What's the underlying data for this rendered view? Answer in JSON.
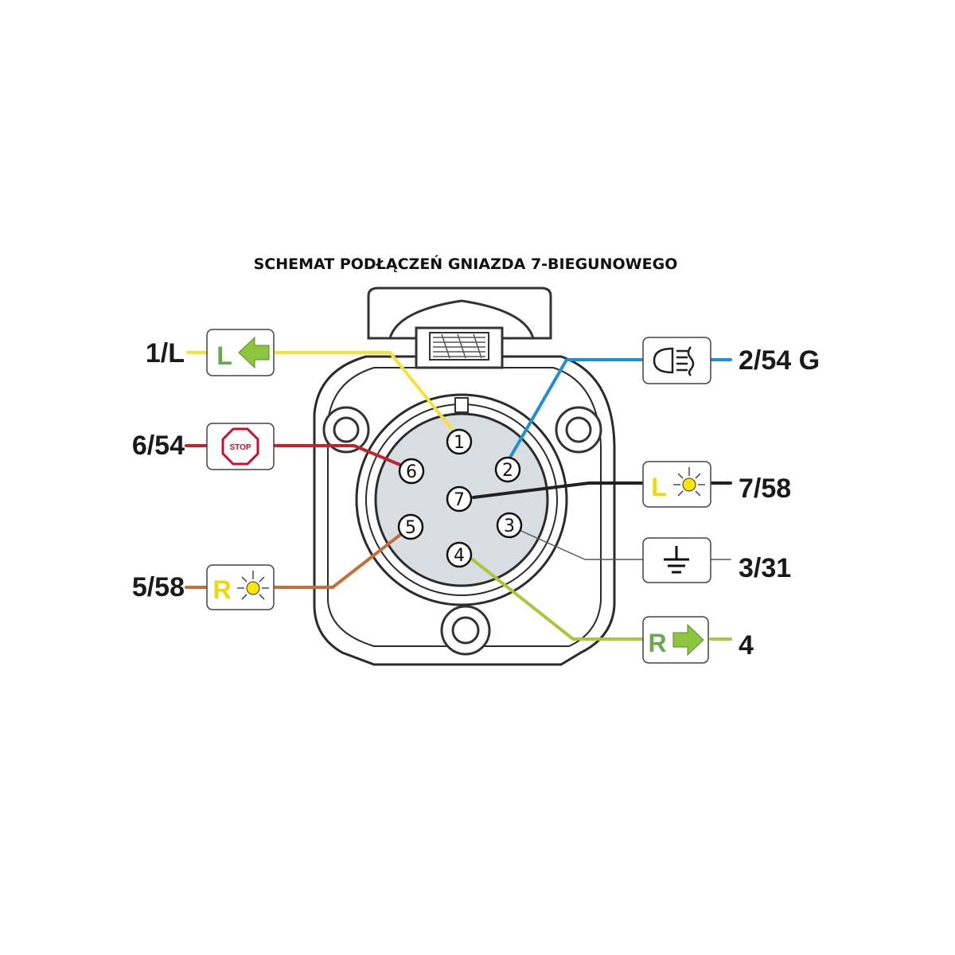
{
  "title": "SCHEMAT PODŁĄCZEŃ GNIAZDA 7-BIEGUNOWEGO",
  "pins": [
    {
      "num": "1",
      "label": "1/L",
      "color": "#f2e33a",
      "function_icon": "left-turn-signal-icon",
      "icon_letter": "L"
    },
    {
      "num": "2",
      "label": "2/54 G",
      "color": "#1e90d0",
      "function_icon": "rear-fog-light-icon"
    },
    {
      "num": "3",
      "label": "3/31",
      "color": "#555555",
      "function_icon": "ground-icon"
    },
    {
      "num": "4",
      "label": "4",
      "color": "#a8c83a",
      "function_icon": "right-turn-signal-icon",
      "icon_letter": "R"
    },
    {
      "num": "5",
      "label": "5/58",
      "color": "#c0703a",
      "function_icon": "right-position-light-icon",
      "icon_letter": "R"
    },
    {
      "num": "6",
      "label": "6/54",
      "color": "#c0242c",
      "function_icon": "stop-light-icon",
      "icon_text": "STOP"
    },
    {
      "num": "7",
      "label": "7/58",
      "color": "#222222",
      "function_icon": "left-position-light-icon",
      "icon_letter": "L"
    }
  ],
  "colors": {
    "arrow_green": "#8cc63f",
    "letter_green": "#6aa84f",
    "letter_yellow": "#f0d800",
    "bulb_yellow": "#ffe600",
    "stop_red": "#c8102e"
  }
}
